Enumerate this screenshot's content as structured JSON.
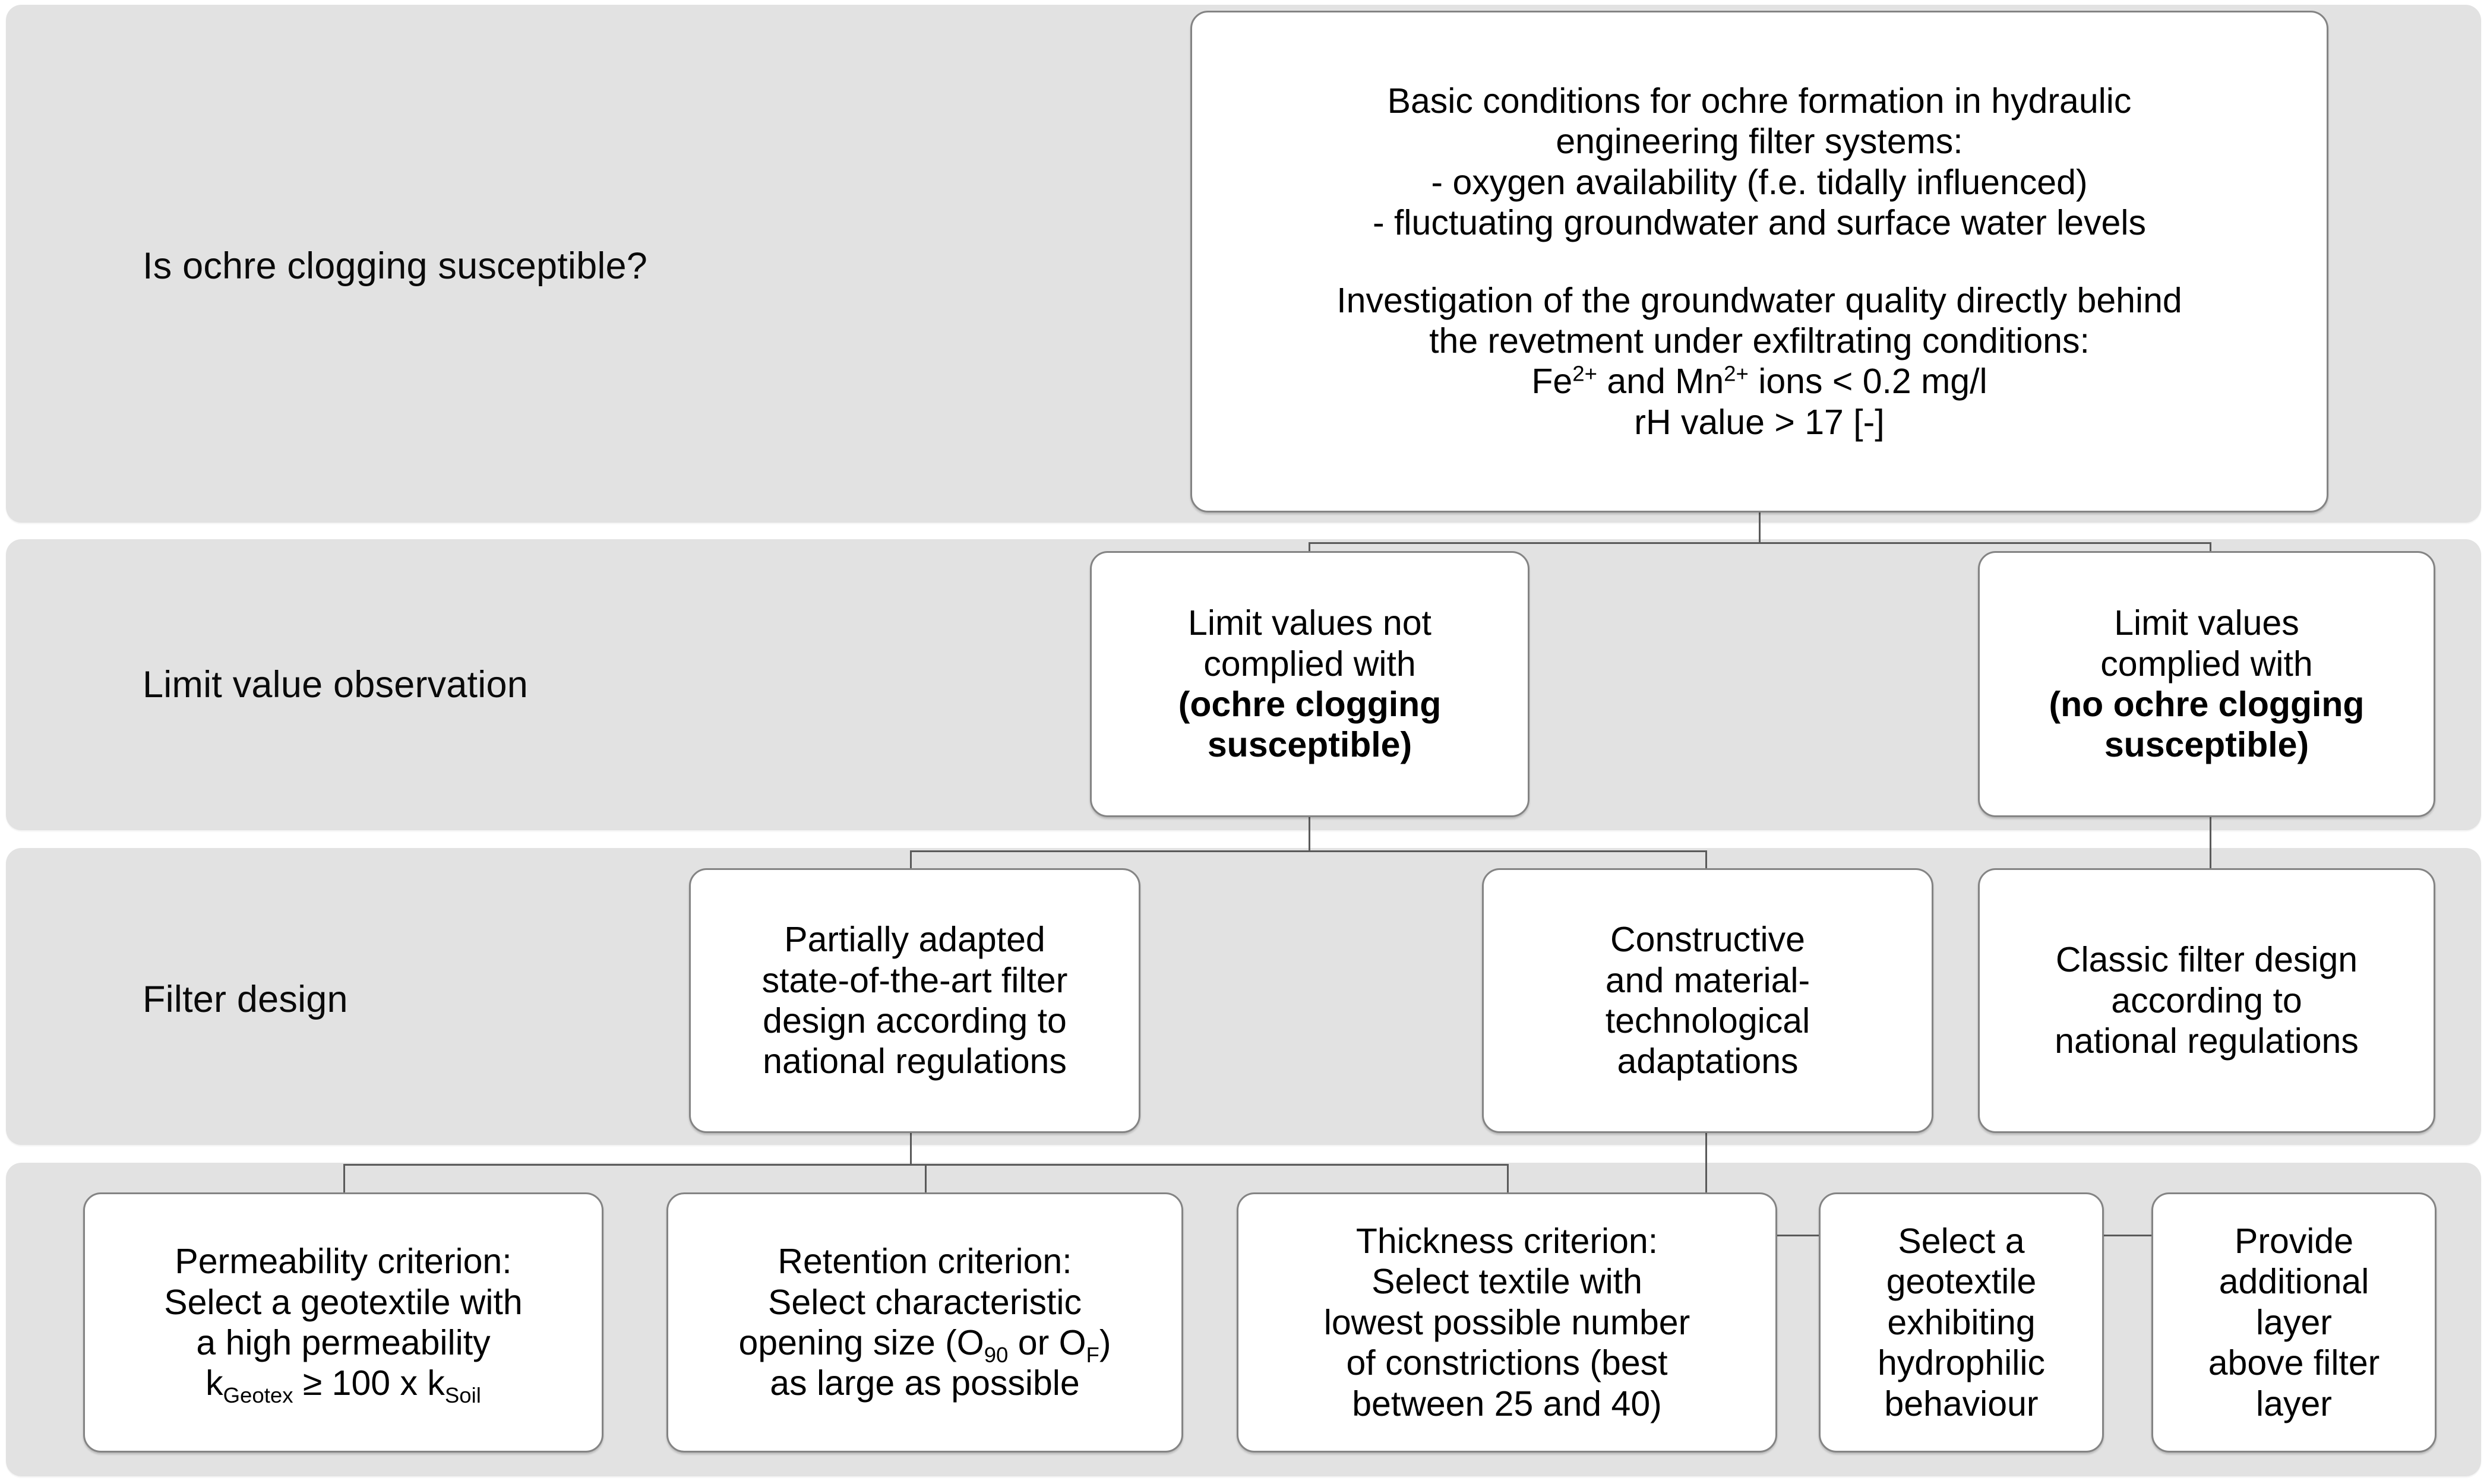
{
  "diagram": {
    "title": "Ochre clogging susceptibility and filter design decision flowchart",
    "colors": {
      "band_fill": "#e2e2e2",
      "node_fill": "#ffffff",
      "node_border": "#848484",
      "connector": "#5a5a5a",
      "text": "#000000"
    },
    "rows": [
      {
        "label": "Is ochre clogging  susceptible?"
      },
      {
        "label": "Limit value observation"
      },
      {
        "label": "Filter design"
      },
      {
        "label": ""
      }
    ],
    "nodes": {
      "conditions": {
        "line1": "Basic conditions for ochre formation in hydraulic",
        "line2": "engineering filter systems:",
        "line3": "- oxygen availability (f.e. tidally influenced)",
        "line4": "- fluctuating groundwater and surface water levels",
        "line5": "Investigation of the groundwater quality directly behind",
        "line6": "the revetment under exfiltrating conditions:",
        "line7_a": "Fe",
        "line7_sup1": "2+",
        "line7_b": " and Mn",
        "line7_sup2": "2+",
        "line7_c": " ions < 0.2 mg/l",
        "line8": "rH value > 17 [-]"
      },
      "limit_not_complied": {
        "line1": "Limit values not",
        "line2": "complied with",
        "bold1": "(ochre clogging",
        "bold2": "susceptible)"
      },
      "limit_complied": {
        "line1": "Limit values",
        "line2": "complied with",
        "bold1": "(no ochre clogging",
        "bold2": "susceptible)"
      },
      "partially_adapted": {
        "line1": "Partially adapted",
        "line2": "state-of-the-art filter",
        "line3": "design according to",
        "line4": "national regulations"
      },
      "constructive": {
        "line1": "Constructive",
        "line2": "and material-",
        "line3": "technological",
        "line4": "adaptations"
      },
      "classic": {
        "line1": "Classic filter design",
        "line2": "according to",
        "line3": "national regulations"
      },
      "permeability": {
        "line1": "Permeability criterion:",
        "line2": "Select a geotextile with",
        "line3": "a high permeability",
        "f_k1": "k",
        "f_sub1": "Geotex",
        "f_mid": " ≥ 100 x k",
        "f_sub2": "Soil"
      },
      "retention": {
        "line1": "Retention criterion:",
        "line2": "Select characteristic",
        "f_a": "opening size (O",
        "f_sub1": "90",
        "f_b": " or O",
        "f_sub2": "F",
        "f_c": ")",
        "line4": "as large as possible"
      },
      "thickness": {
        "line1": "Thickness criterion:",
        "line2": "Select textile with",
        "line3": "lowest possible number",
        "line4": "of constrictions (best",
        "line5": "between 25 and 40)"
      },
      "hydrophilic": {
        "line1": "Select a",
        "line2": "geotextile",
        "line3": "exhibiting",
        "line4": "hydrophilic",
        "line5": "behaviour"
      },
      "additional_layer": {
        "line1": "Provide",
        "line2": "additional",
        "line3": "layer",
        "line4": "above filter",
        "line5": "layer"
      }
    }
  }
}
